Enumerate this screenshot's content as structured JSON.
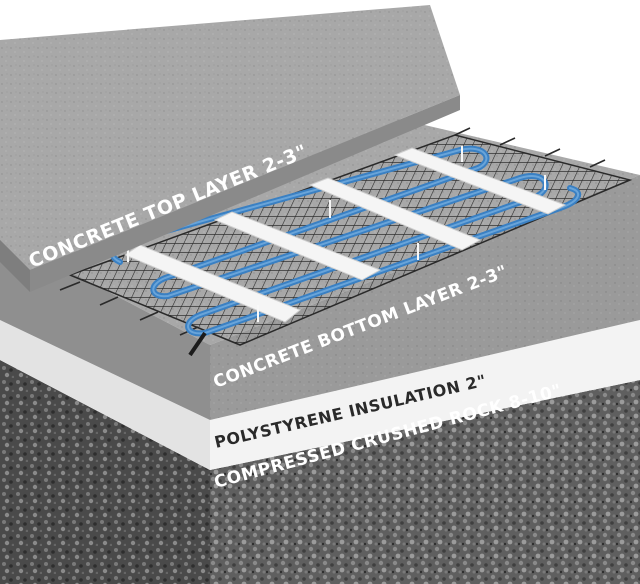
{
  "diagram": {
    "labels": {
      "top_layer": "CONCRETE TOP LAYER 2-3\"",
      "bottom_layer": "CONCRETE BOTTOM LAYER 2-3\"",
      "insulation": "POLYSTYRENE INSULATION 2\"",
      "rock": "COMPRESSED CRUSHED ROCK 8-10\""
    },
    "colors": {
      "concrete_top": "#a9a9a9",
      "concrete_side": "#8e8e8e",
      "insulation": "#f2f2f2",
      "rock": "#5d5d5d",
      "cable": "#3b82c4",
      "mesh": "#2b2b2b",
      "strap": "#f4f4f4"
    },
    "components": [
      "concrete-top-slab",
      "wire-mesh",
      "heating-cable",
      "mounting-straps",
      "concrete-bottom-layer",
      "polystyrene-insulation",
      "crushed-rock-base"
    ]
  }
}
